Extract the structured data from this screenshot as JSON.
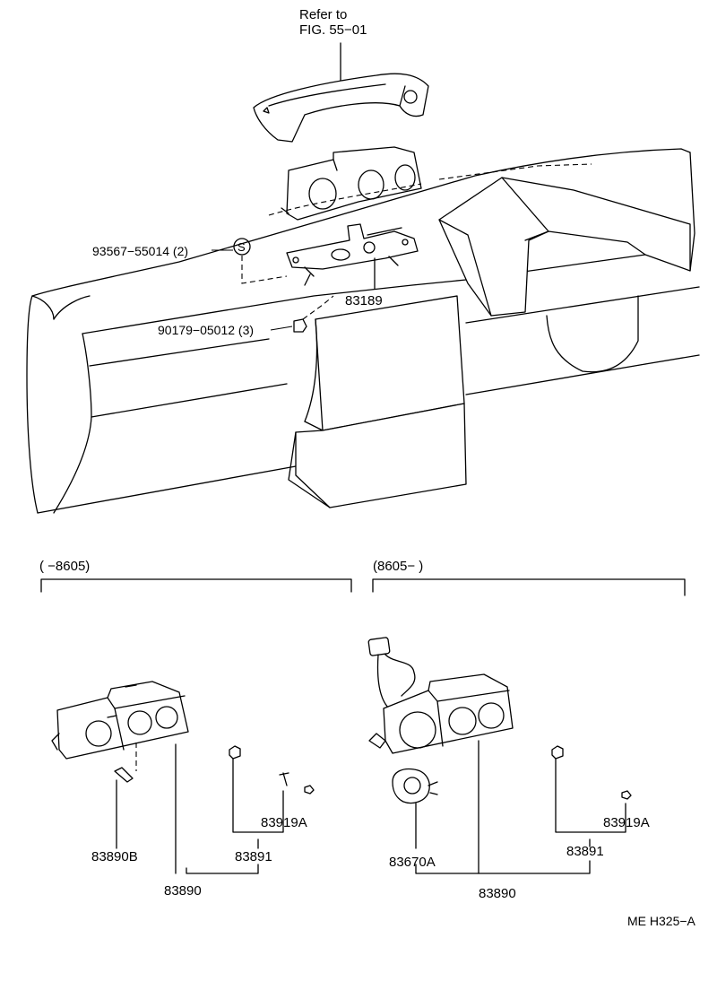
{
  "top": {
    "refer_line1": "Refer to",
    "refer_line2": "FIG. 55−01"
  },
  "part_numbers": {
    "clip_s": "93567−55014 (2)",
    "clip_s_symbol": "S",
    "nut": "90179−05012 (3)",
    "bracket": "83189"
  },
  "ranges": {
    "left": "(      −8605)",
    "right": "(8605−      )"
  },
  "left_assembly": {
    "bulb": "83890B",
    "knob": "83891",
    "screw": "83919A",
    "assembly": "83890"
  },
  "right_assembly": {
    "switch": "83670A",
    "knob": "83891",
    "screw": "83919A",
    "assembly": "83890"
  },
  "footer": {
    "code": "ME H325−A"
  }
}
